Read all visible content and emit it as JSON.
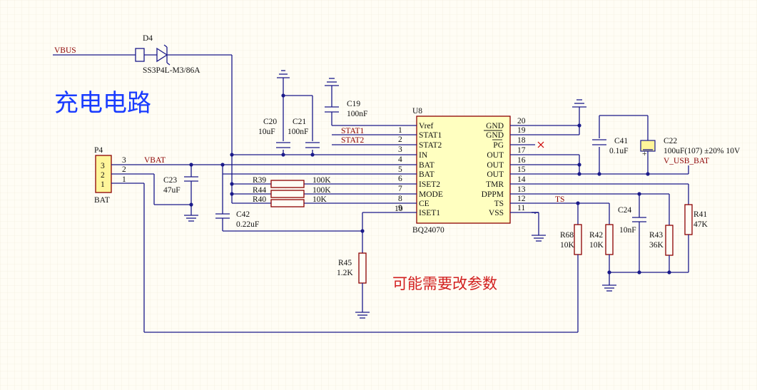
{
  "title": "充电电路",
  "note": "可能需要改参数",
  "nets": {
    "vbus": "VBUS",
    "vbat": "VBAT",
    "stat1": "STAT1",
    "stat2": "STAT2",
    "ts": "TS",
    "v_usb_bat": "V_USB_BAT"
  },
  "diode": {
    "ref": "D4",
    "value": "SS3P4L-M3/86A"
  },
  "connector": {
    "ref": "P4",
    "value": "BAT",
    "pins": [
      "3",
      "2",
      "1"
    ]
  },
  "chip": {
    "ref": "U8",
    "value": "BQ24070",
    "left_pins": [
      {
        "num": "1",
        "name": "Vref"
      },
      {
        "num": "2",
        "name": "STAT1"
      },
      {
        "num": "3",
        "name": "STAT2"
      },
      {
        "num": "4",
        "name": "IN"
      },
      {
        "num": "5",
        "name": "BAT"
      },
      {
        "num": "6",
        "name": "BAT"
      },
      {
        "num": "7",
        "name": "ISET2"
      },
      {
        "num": "8",
        "name": "MODE"
      },
      {
        "num": "9",
        "name": "CE"
      },
      {
        "num": "10",
        "name": "ISET1"
      }
    ],
    "right_pins": [
      {
        "num": "20",
        "name": "GND"
      },
      {
        "num": "19",
        "name": "GND"
      },
      {
        "num": "18",
        "name": "PG"
      },
      {
        "num": "17",
        "name": "OUT"
      },
      {
        "num": "16",
        "name": "OUT"
      },
      {
        "num": "15",
        "name": "OUT"
      },
      {
        "num": "14",
        "name": "TMR"
      },
      {
        "num": "13",
        "name": "DPPM"
      },
      {
        "num": "12",
        "name": "TS"
      },
      {
        "num": "11",
        "name": "VSS"
      }
    ]
  },
  "capacitors": {
    "c19": {
      "ref": "C19",
      "value": "100nF"
    },
    "c20": {
      "ref": "C20",
      "value": "10uF"
    },
    "c21": {
      "ref": "C21",
      "value": "100nF"
    },
    "c23": {
      "ref": "C23",
      "value": "47uF"
    },
    "c42": {
      "ref": "C42",
      "value": "0.22uF"
    },
    "c41": {
      "ref": "C41",
      "value": "0.1uF"
    },
    "c22": {
      "ref": "C22",
      "value": "100uF(107) ±20% 10V"
    },
    "c24": {
      "ref": "C24",
      "value": "10nF"
    }
  },
  "resistors": {
    "r39": {
      "ref": "R39",
      "value": "100K"
    },
    "r44": {
      "ref": "R44",
      "value": "100K"
    },
    "r40": {
      "ref": "R40",
      "value": "10K"
    },
    "r45": {
      "ref": "R45",
      "value": "1.2K"
    },
    "r68": {
      "ref": "R68",
      "value": "10K"
    },
    "r42": {
      "ref": "R42",
      "value": "10K"
    },
    "r43": {
      "ref": "R43",
      "value": "36K"
    },
    "r41": {
      "ref": "R41",
      "value": "47K"
    }
  }
}
